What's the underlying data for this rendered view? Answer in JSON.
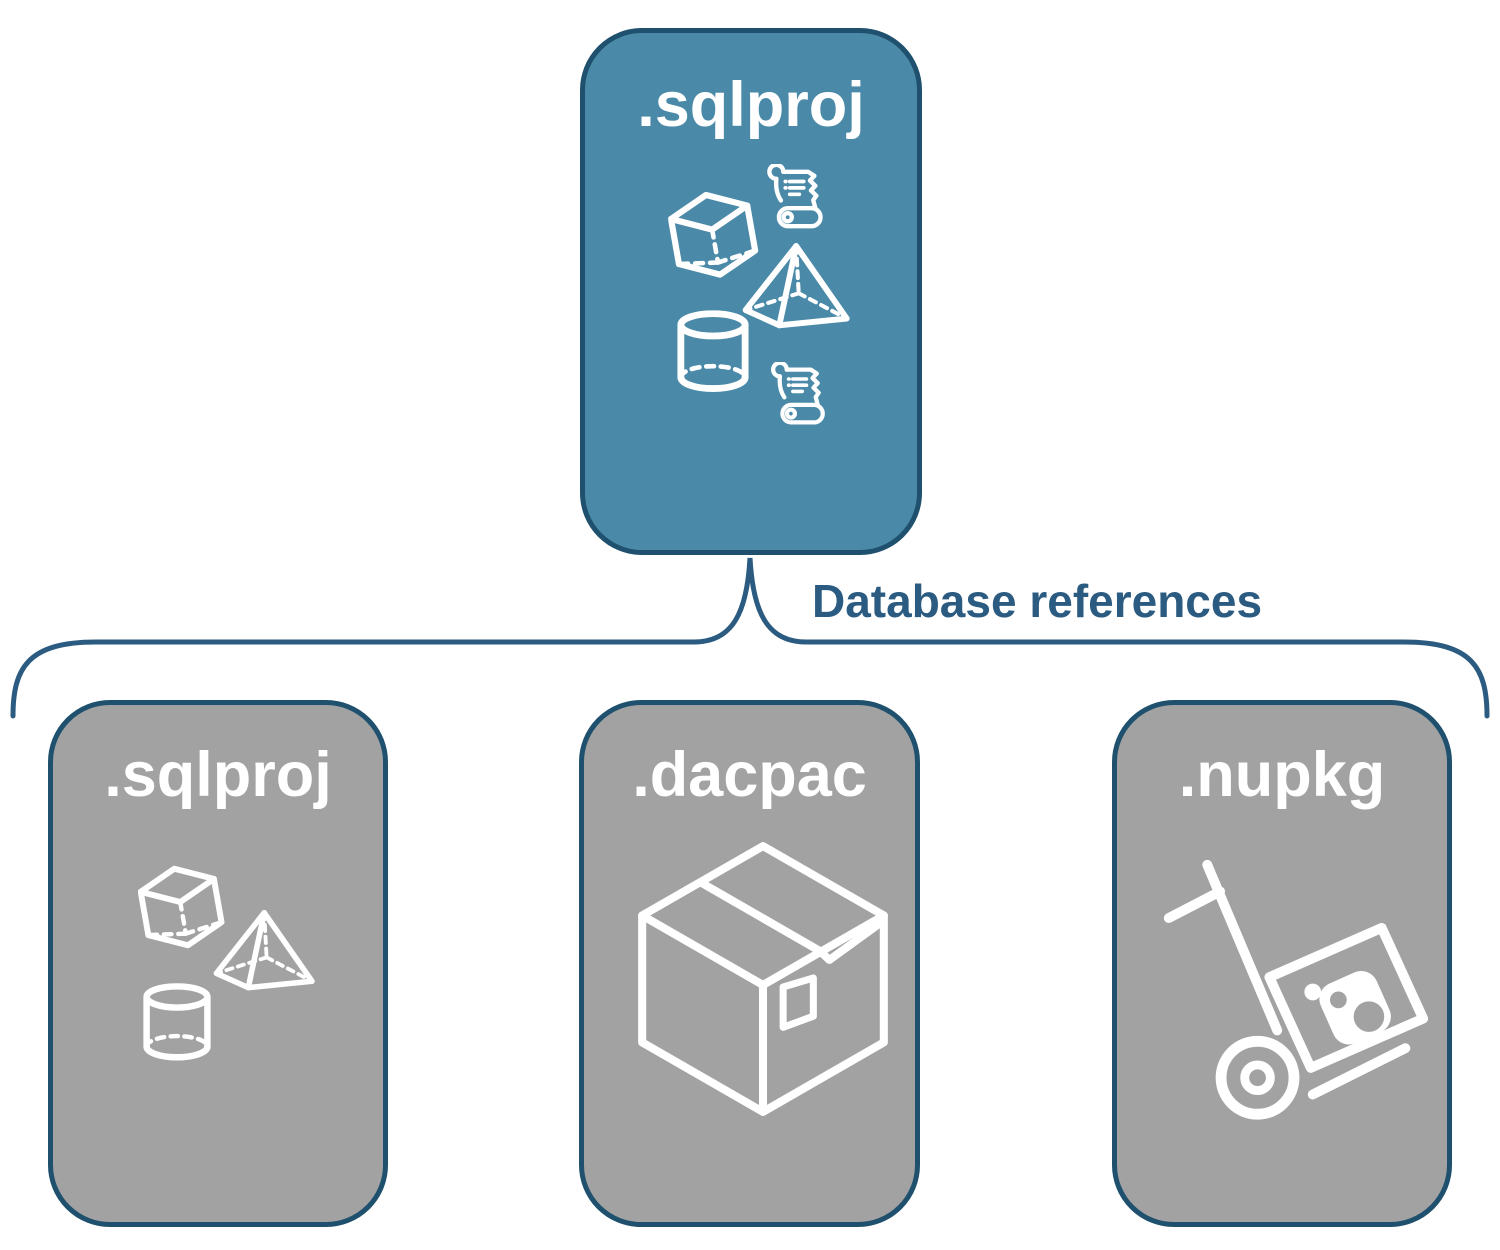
{
  "diagram": {
    "connector_label": "Database references",
    "root": {
      "label": ".sqlproj",
      "description": "SQL project with database object icons",
      "icons": [
        "cube-icon",
        "scroll-icon",
        "pyramid-icon",
        "cylinder-icon",
        "scroll-icon"
      ]
    },
    "references": [
      {
        "label": ".sqlproj",
        "icons": [
          "cube-icon",
          "pyramid-icon",
          "cylinder-icon"
        ]
      },
      {
        "label": ".dacpac",
        "icons": [
          "package-box-icon"
        ]
      },
      {
        "label": ".nupkg",
        "icons": [
          "hand-truck-package-icon"
        ]
      }
    ],
    "colors": {
      "root_fill_teal": "#4A8AA8",
      "child_fill_gray": "#A2A2A2",
      "outline_navy": "#1F516E",
      "connector_navy": "#2B5B80",
      "icon_white": "#FFFFFF"
    }
  }
}
